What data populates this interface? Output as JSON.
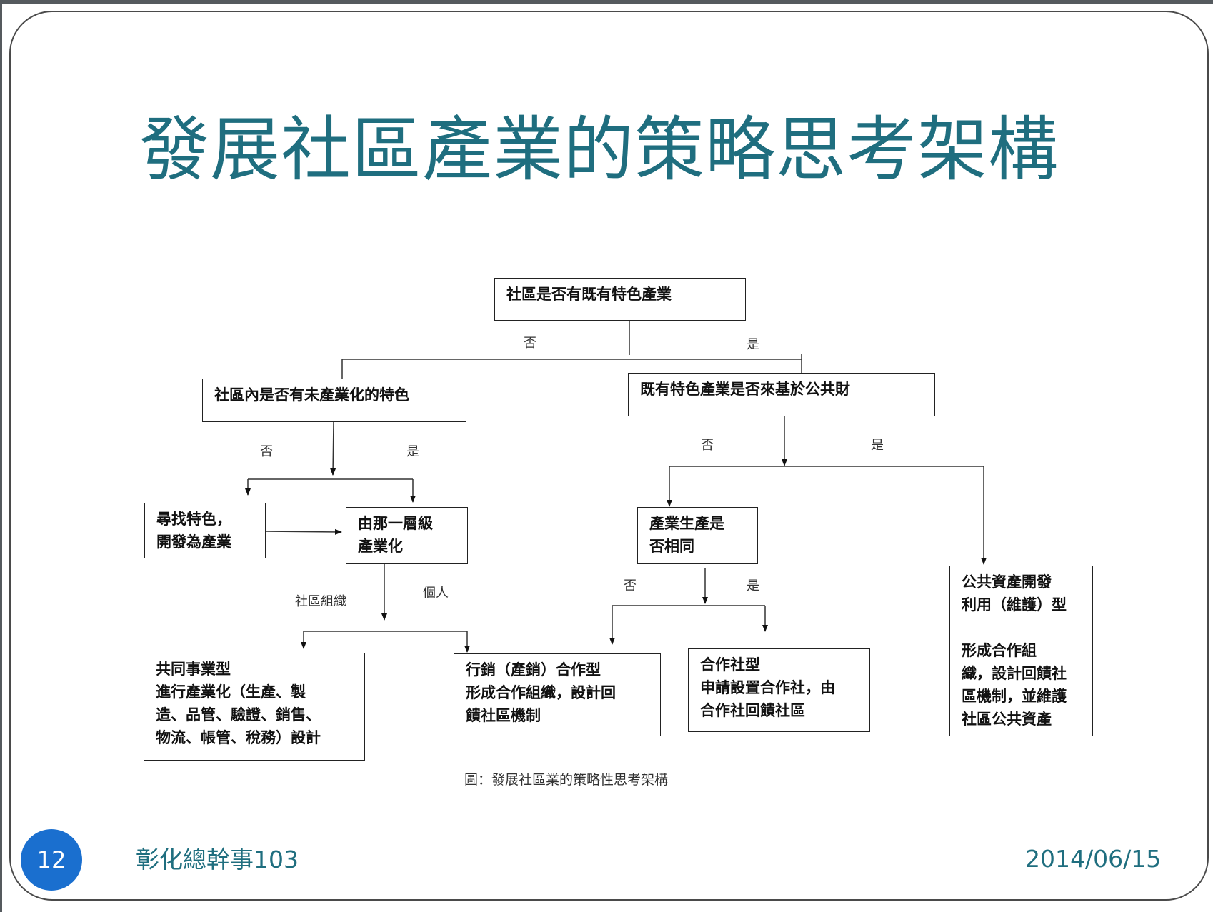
{
  "slide": {
    "title": "發展社區產業的策略思考架構",
    "page_number": "12",
    "footer_left": "彰化總幹事103",
    "footer_right": "2014/06/15",
    "accent_color": "#1f6e7f",
    "page_badge_color": "#1a6fcf"
  },
  "diagram": {
    "caption": "圖：發展社區業的策略性思考架構",
    "nodes": {
      "root": "社區是否有既有特色產業",
      "unindustrialized": "社區內是否有未產業化的特色",
      "public_goods": "既有特色產業是否來基於公共財",
      "find_features": "尋找特色，\n開發為產業",
      "which_level": "由那一層級\n產業化",
      "same_production": "產業生產是\n否相同",
      "public_asset": "公共資產開發\n利用（維護）型\n\n形成合作組\n織，設計回饋社\n區機制，並維護\n社區公共資產",
      "joint_venture": "共同事業型\n進行產業化（生產、製\n造、品管、驗證、銷售、\n物流、帳管、稅務）設計",
      "marketing_coop": "行銷（產銷）合作型\n形成合作組織，設計回\n饋社區機制",
      "cooperative": "合作社型\n申請設置合作社，由\n合作社回饋社區"
    },
    "labels": {
      "root_no": "否",
      "root_yes": "是",
      "unind_no": "否",
      "unind_yes": "是",
      "pub_no": "否",
      "pub_yes": "是",
      "level_org": "社區組織",
      "level_individual": "個人",
      "same_no": "否",
      "same_yes": "是"
    }
  }
}
